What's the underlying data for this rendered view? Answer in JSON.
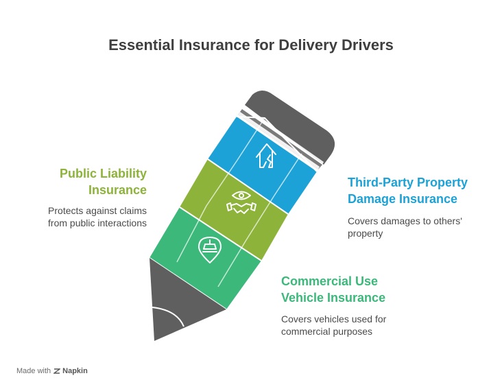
{
  "title": "Essential Insurance for Delivery Drivers",
  "sections": {
    "public_liability": {
      "heading_line1": "Public Liability",
      "heading_line2": "Insurance",
      "desc_line1": "Protects against claims",
      "desc_line2": "from public interactions",
      "icon": "handshake-eye-icon",
      "color": "#8db33a"
    },
    "third_party": {
      "heading_line1": "Third-Party Property",
      "heading_line2": "Damage Insurance",
      "desc_line1": "Covers damages to others'",
      "desc_line2": "property",
      "icon": "broken-house-icon",
      "color": "#1ca2d6"
    },
    "commercial_use": {
      "heading_line1": "Commercial Use",
      "heading_line2": "Vehicle Insurance",
      "desc_line1": "Covers vehicles used for",
      "desc_line2": "commercial purposes",
      "icon": "car-location-icon",
      "color": "#3bb87a"
    }
  },
  "footer": {
    "made_with": "Made with",
    "brand": "Napkin"
  }
}
